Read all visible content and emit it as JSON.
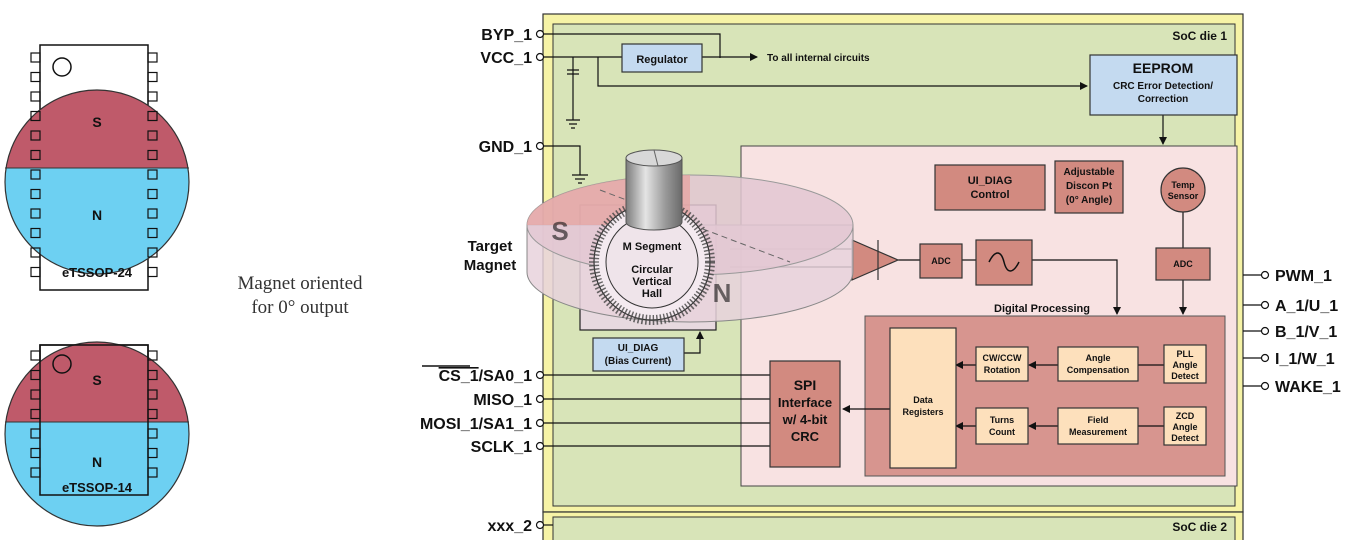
{
  "packages": {
    "top_label": "eTSSOP-24",
    "bottom_label": "eTSSOP-14",
    "south": "S",
    "north": "N",
    "caption_line1": "Magnet oriented",
    "caption_line2": "for 0° output"
  },
  "dies": {
    "die1": "SoC die 1",
    "die2": "SoC die 2"
  },
  "left_pins": {
    "byp": "BYP_1",
    "vcc": "VCC_1",
    "gnd": "GND_1",
    "cs_bar": "CS_1",
    "cs_rest": "/SA0_1",
    "miso": "MISO_1",
    "mosi": "MOSI_1/SA1_1",
    "sclk": "SCLK_1",
    "xxx": "xxx_2"
  },
  "right_pins": [
    "PWM_1",
    "A_1/U_1",
    "B_1/V_1",
    "I_1/W_1",
    "WAKE_1"
  ],
  "blocks": {
    "regulator": "Regulator",
    "to_all": "To all internal circuits",
    "eeprom_title": "EEPROM",
    "eeprom_l1": "CRC Error Detection/",
    "eeprom_l2": "Correction",
    "ui_diag_ctrl_l1": "UI_DIAG",
    "ui_diag_ctrl_l2": "Control",
    "adj_l1": "Adjustable",
    "adj_l2": "Discon Pt",
    "adj_l3": "(0° Angle)",
    "temp_l1": "Temp",
    "temp_l2": "Sensor",
    "adc1": "ADC",
    "adc2": "ADC",
    "digital_processing": "Digital Processing",
    "ui_diag_bias_l1": "UI_DIAG",
    "ui_diag_bias_l2": "(Bias Current)",
    "spi_l1": "SPI",
    "spi_l2": "Interface",
    "spi_l3": "w/ 4-bit",
    "spi_l4": "CRC",
    "data_reg_l1": "Data",
    "data_reg_l2": "Registers",
    "cw_l1": "CW/CCW",
    "cw_l2": "Rotation",
    "angle_comp_l1": "Angle",
    "angle_comp_l2": "Compensation",
    "pll_l1": "PLL",
    "pll_l2": "Angle",
    "pll_l3": "Detect",
    "turns_l1": "Turns",
    "turns_l2": "Count",
    "field_l1": "Field",
    "field_l2": "Measurement",
    "zcd_l1": "ZCD",
    "zcd_l2": "Angle",
    "zcd_l3": "Detect"
  },
  "magnet": {
    "target_l1": "Target",
    "target_l2": "Magnet",
    "m_segment": "M Segment",
    "cvh_l1": "Circular",
    "cvh_l2": "Vertical",
    "cvh_l3": "Hall",
    "s": "S",
    "n": "N"
  },
  "colors": {
    "south": "#bf5a6a",
    "north": "#6dd0f2",
    "die_outer": "#f6f3a6",
    "die_inner": "#d8e4b8",
    "analog_bg": "#f8e2e2",
    "digital_bg": "#d7958f",
    "block_red": "#d28a80",
    "block_blue": "#c4daf0",
    "block_cream": "#fde0bc"
  }
}
